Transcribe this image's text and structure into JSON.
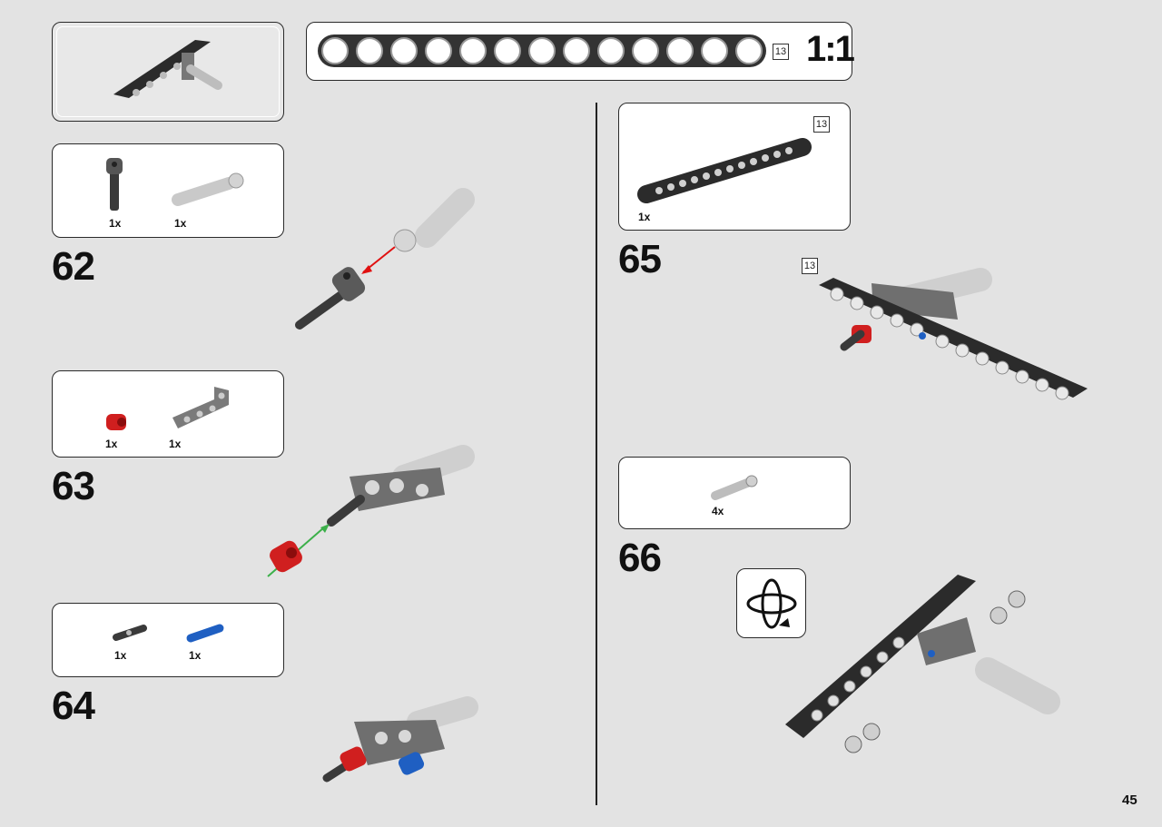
{
  "ruler": {
    "size_tag": "13",
    "scale": "1:1"
  },
  "steps": [
    {
      "number": "62",
      "parts": [
        {
          "qty": "1x"
        },
        {
          "qty": "1x"
        }
      ]
    },
    {
      "number": "63",
      "parts": [
        {
          "qty": "1x"
        },
        {
          "qty": "1x"
        }
      ]
    },
    {
      "number": "64",
      "parts": [
        {
          "qty": "1x"
        },
        {
          "qty": "1x"
        }
      ]
    },
    {
      "number": "65",
      "parts": [
        {
          "qty": "1x",
          "size_tag": "13"
        }
      ],
      "assembly_tag": "13"
    },
    {
      "number": "66",
      "parts": [
        {
          "qty": "4x"
        }
      ]
    }
  ],
  "icons": {
    "rotate": "rotate-model-icon"
  },
  "colors": {
    "beam": "#2b2b2b",
    "axle_gray": "#cfcfcf",
    "bush_red": "#d01f1f",
    "pin_blue": "#1f5fc2",
    "arrow_red": "#e01010",
    "arrow_green": "#3cb04a"
  },
  "page_number": "45"
}
